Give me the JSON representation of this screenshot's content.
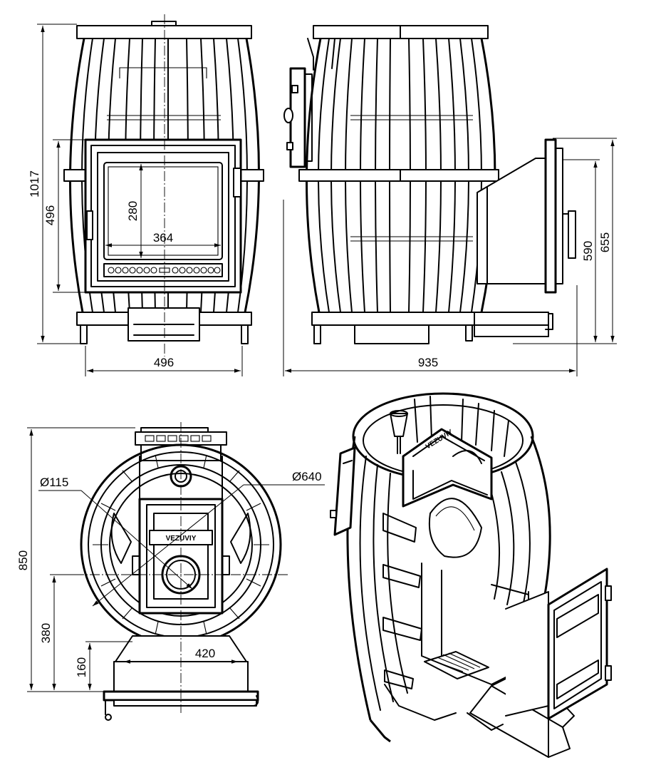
{
  "dimensions": {
    "front_height": "1017",
    "front_door_height": "496",
    "glass_height": "280",
    "glass_width": "364",
    "front_width": "496",
    "side_depth": "935",
    "side_tunnel_height_inner": "590",
    "side_tunnel_height_outer": "655",
    "top_depth": "850",
    "top_center_offset": "380",
    "top_tunnel_offset": "160",
    "top_tunnel_width": "420",
    "chimney_diameter": "Ø115",
    "body_diameter": "Ø640"
  },
  "brand_plate": "VEZUVIY"
}
